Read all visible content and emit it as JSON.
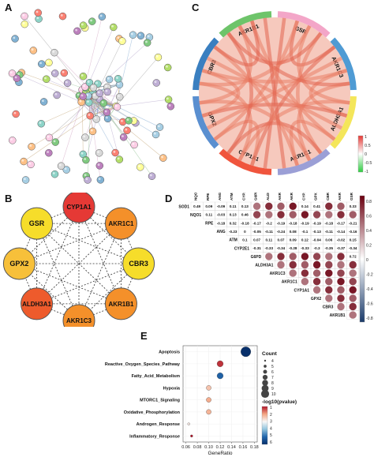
{
  "panels": {
    "a": "A",
    "b": "B",
    "c": "C",
    "d": "D",
    "e": "E"
  },
  "colors": {
    "network_bg": "#ffffff",
    "node_outline": "#333333",
    "chord_red": "#e8725a",
    "hub_red": "#e03a2b",
    "hub_orange": "#f08a24",
    "hub_yellow": "#f6e030",
    "corr_pos": "#6b0010",
    "corr_neg": "#1a3a6a"
  },
  "panel_b": {
    "nodes": [
      {
        "id": "CYP1A1",
        "color": "#e53935"
      },
      {
        "id": "AKR1C1",
        "color": "#f4902a"
      },
      {
        "id": "CBR3",
        "color": "#f6dd2a"
      },
      {
        "id": "AKR1B1",
        "color": "#f4902a"
      },
      {
        "id": "AKR1C3",
        "color": "#f4902a"
      },
      {
        "id": "ALDH3A1",
        "color": "#ee5b2c"
      },
      {
        "id": "GPX2",
        "color": "#f7c03a"
      },
      {
        "id": "GSR",
        "color": "#f6dd2a"
      }
    ]
  },
  "panel_c": {
    "segments": [
      {
        "label": "GSR",
        "color": "#f3a6c8"
      },
      {
        "label": "AKR1C3",
        "color": "#4f9bd4"
      },
      {
        "label": "ALDH3A1",
        "color": "#f4e65a"
      },
      {
        "label": "AKR1C1",
        "color": "#9b9fd6"
      },
      {
        "label": "CYP1A1",
        "color": "#f0553d"
      },
      {
        "label": "GPX2",
        "color": "#5a8fd0"
      },
      {
        "label": "CBR3",
        "color": "#3a7fc0"
      },
      {
        "label": "AKR1B1",
        "color": "#6ec46a"
      }
    ],
    "legend_ticks": [
      "1",
      "0.5",
      "0",
      "-0.5",
      "-1"
    ]
  },
  "panel_d": {
    "cols": [
      "NQO1",
      "RPE",
      "ANG",
      "ATM",
      "CYP2E1",
      "G6PD",
      "ALDH3A1",
      "AKR1C3",
      "AKR1C1",
      "CYP1A1",
      "GPX2",
      "CBR3",
      "AKR1B1",
      "GSR"
    ],
    "rows": [
      "SOD1",
      "NQO1",
      "RPE",
      "ANG",
      "ATM",
      "CYP2E1",
      "G6PD",
      "ALDH3A1",
      "AKR1C3",
      "AKR1C1",
      "CYP1A1",
      "GPX2",
      "CBR3",
      "AKR1B1"
    ],
    "values": [
      [
        "0.49",
        "0.09",
        "-0.09",
        "0.11",
        "0.13",
        "",
        "",
        "",
        "",
        "0.14",
        "0.41",
        "",
        "",
        "0.33"
      ],
      [
        "",
        "0.11",
        "-0.03",
        "0.13",
        "0.46",
        "",
        "",
        "",
        "",
        "",
        "",
        "",
        "",
        ""
      ],
      [
        "",
        "",
        "-0.18",
        "0.32",
        "-0.18",
        "-0.17",
        "-0.2",
        "-0.19",
        "-0.18",
        "-0.19",
        "-0.19",
        "-0.18",
        "-0.17",
        "-0.21"
      ],
      [
        "",
        "",
        "",
        "-0.23",
        "0",
        "-0.05",
        "-0.11",
        "-0.24",
        "0.08",
        "-0.1",
        "-0.13",
        "-0.11",
        "-0.14",
        "-0.16"
      ],
      [
        "",
        "",
        "",
        "",
        "0.1",
        "0.07",
        "0.11",
        "0.07",
        "0.09",
        "0.12",
        "-0.04",
        "0.06",
        "-0.02",
        "0.15"
      ],
      [
        "",
        "",
        "",
        "",
        "",
        "-0.31",
        "-0.33",
        "-0.34",
        "-0.28",
        "-0.33",
        "-0.3",
        "-0.35",
        "-0.37",
        "-0.34"
      ],
      [
        "",
        "",
        "",
        "",
        "",
        "",
        "",
        "",
        "",
        "",
        "",
        "",
        "",
        "0.72"
      ],
      [
        "",
        "",
        "",
        "",
        "",
        "",
        "",
        "",
        "",
        "",
        "",
        "",
        "",
        ""
      ],
      [
        "",
        "",
        "",
        "",
        "",
        "",
        "",
        "",
        "",
        "",
        "",
        "",
        "",
        ""
      ],
      [
        "",
        "",
        "",
        "",
        "",
        "",
        "",
        "",
        "",
        "",
        "",
        "",
        "",
        ""
      ],
      [
        "",
        "",
        "",
        "",
        "",
        "",
        "",
        "",
        "",
        "",
        "",
        "",
        "",
        ""
      ],
      [
        "",
        "",
        "",
        "",
        "",
        "",
        "",
        "",
        "",
        "",
        "",
        "",
        "",
        ""
      ],
      [
        "",
        "",
        "",
        "",
        "",
        "",
        "",
        "",
        "",
        "",
        "",
        "",
        "",
        ""
      ],
      [
        "",
        "",
        "",
        "",
        "",
        "",
        "",
        "",
        "",
        "",
        "",
        "",
        "",
        ""
      ]
    ],
    "legend_ticks": [
      "0.8",
      "0.6",
      "0.4",
      "0.2",
      "0",
      "-0.2",
      "-0.4",
      "-0.6",
      "-0.8"
    ]
  },
  "panel_e": {
    "chart_data": {
      "type": "scatter",
      "categories": [
        "Apoptosis",
        "Reactive_Oxygen_Species_Pathway",
        "Fatty_Acid_Metabolism",
        "Hypoxia",
        "MTORC1_Signaling",
        "Oxidative_Phosphorylation",
        "Androgen_Response",
        "Inflammatory_Response"
      ],
      "x": [
        0.165,
        0.12,
        0.12,
        0.1,
        0.1,
        0.1,
        0.065,
        0.07
      ],
      "count": [
        10,
        7,
        7,
        6,
        6,
        6,
        4,
        4
      ],
      "neglog10p": [
        6.5,
        1.2,
        5.5,
        2.5,
        2.2,
        2.3,
        3.0,
        1.0
      ],
      "xlabel": "GeneRatio",
      "xticks": [
        "0.06",
        "0.08",
        "0.10",
        "0.12",
        "0.14",
        "0.16",
        "0.18"
      ],
      "xlim": [
        0.055,
        0.185
      ],
      "count_legend": {
        "title": "Count",
        "values": [
          "4",
          "5",
          "6",
          "7",
          "8",
          "9",
          "10"
        ]
      },
      "color_legend": {
        "title": "-log10(pvalue)",
        "ticks": [
          "1",
          "2",
          "3",
          "4",
          "5",
          "6"
        ]
      }
    }
  }
}
